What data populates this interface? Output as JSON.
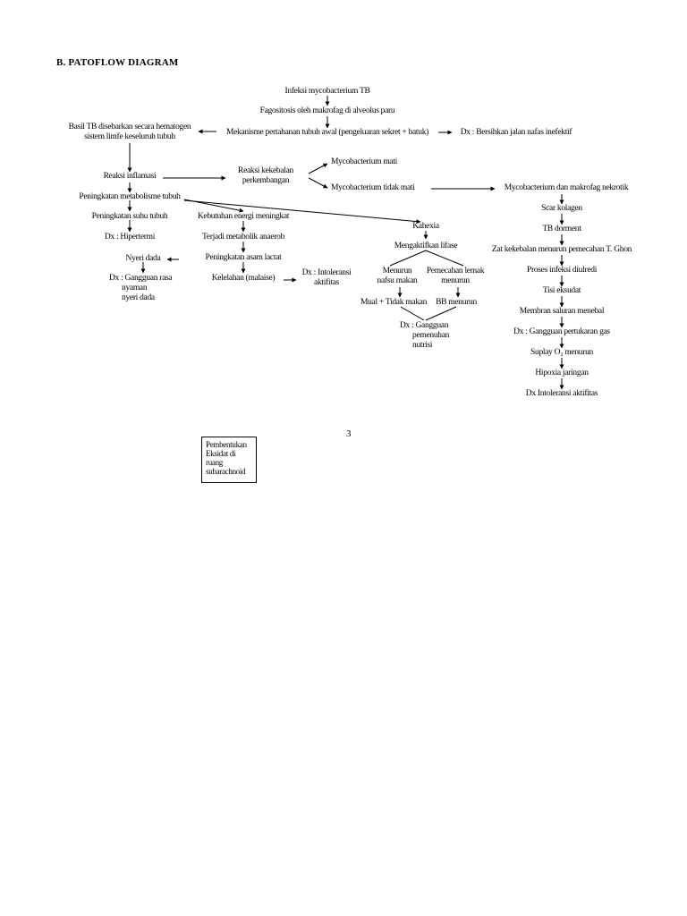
{
  "heading": "B. PATOFLOW DIAGRAM",
  "page_number": "3",
  "nodes": {
    "infeksi": "Infeksi mycobacterium TB",
    "fagositosis": "Fagositosis oleh makrofag di alveolus paru",
    "mekanisme": "Mekanisme pertahanan tubuh awal (pengeluaran sekret + batuk)",
    "dx_jalan_nafas": "Dx : Bersihkan jalan nafas inefektif",
    "basil_line1": "Basil TB disebarkan secara hematogen",
    "basil_line2": "sistem limfe keseluruh tubuh",
    "reaksi_inflamasi": "Reaksi inflamasi",
    "reaksi_kekebalan_line1": "Reaksi kekebalan",
    "reaksi_kekebalan_line2": "perkembangan",
    "myco_mati": "Mycobacterium mati",
    "myco_tidak_mati": "Mycobacterium tidak mati",
    "myco_makrofag": "Mycobacterium dan makrofag nekrotik",
    "peningkatan_metabolisme": "Peningkatan metabolisme tubuh",
    "peningkatan_suhu": "Peningkatan suhu tubuh",
    "dx_hipertermi": "Dx : Hipertermi",
    "nyeri_dada": "Nyeri dada",
    "dx_nyaman_line1": "Dx : Gangguan rasa",
    "dx_nyaman_line2": "nyaman",
    "dx_nyaman_line3": "nyeri dada",
    "kebutuhan_energi": "Kebutuhan energi meningkat",
    "terjadi_metabolik": "Terjadi metabolik anaerob",
    "peningkatan_asam": "Peningkatan asam lactat",
    "kelelahan": "Kelelahan (malaise)",
    "dx_intoleransi1_line1": "Dx : Intoleransi",
    "dx_intoleransi1_line2": "aktifitas",
    "kahexia": "Kahexia",
    "mengaktifkan": "Mengaktifkan lifase",
    "menurun_nafsu_line1": "Menurun",
    "menurun_nafsu_line2": "nafsu makan",
    "pemecahan_lemak_line1": "Pemecahan lemak",
    "pemecahan_lemak_line2": "menurun",
    "mual": "Mual + Tidak makan",
    "bb_menurun": "BB menurun",
    "dx_nutrisi_line1": "Dx : Gangguan",
    "dx_nutrisi_line2": "pemenuhan",
    "dx_nutrisi_line3": "nutrisi",
    "scar": "Scar kolagen",
    "tb_dorment": "TB dorment",
    "zat_kekebalan": "Zat kekebalan menurun pemecahan T. Ghon",
    "proses_infeksi": "Proses infeksi diulredi",
    "tisi_eksudat": "Tisi eksudat",
    "membran": "Membran saluran menebal",
    "dx_pertukaran": "Dx : Gangguan pertukaran gas",
    "suplay_o2": "Suplay O₂ menurun",
    "hipoxia": "Hipoxia jaringan",
    "dx_intoleransi2": "Dx Intoleransi aktifitas"
  },
  "box": {
    "line1": "Pembentukan",
    "line2": "Eksidat di",
    "line3": "ruang",
    "line4": "subarachnoid"
  }
}
